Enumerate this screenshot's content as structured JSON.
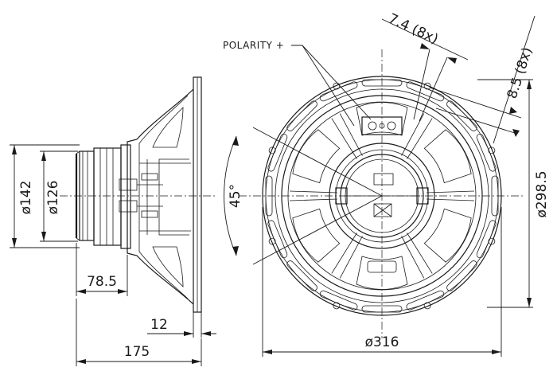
{
  "side_view": {
    "dim_diameter_outer": "ø142",
    "dim_diameter_inner": "ø126",
    "dim_depth_magnet": "78.5",
    "dim_flange": "12",
    "dim_total_depth": "175"
  },
  "front_view": {
    "dim_mount_hole": "7.4 (8x)",
    "dim_slot": "8.5 (8x)",
    "dim_bolt_circle": "ø298.5",
    "dim_outer_diameter": "ø316",
    "dim_angle": "45°",
    "polarity_label": "POLARITY +"
  }
}
